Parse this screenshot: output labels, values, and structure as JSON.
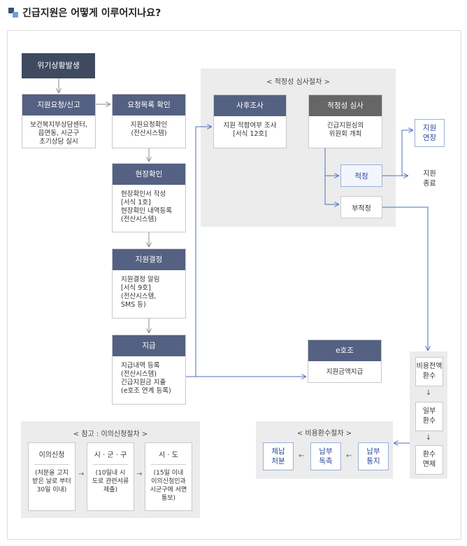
{
  "title": "긴급지원은 어떻게 이루어지나요?",
  "start": "위기상황발생",
  "steps": {
    "request": {
      "head": "지원요청/신고",
      "body": [
        "보건복지부상담센터,",
        "읍면동, 시군구",
        "초기상담 실시"
      ]
    },
    "confirm": {
      "head": "요청목록 확인",
      "body": [
        "지원요청확인",
        "(전산시스템)"
      ]
    },
    "site": {
      "head": "현장확인",
      "body": [
        "현장확인서 작성",
        "[서식 1호]",
        "현장확인 내역등록",
        "(전산시스템)"
      ]
    },
    "decision": {
      "head": "지원결정",
      "body": [
        "지원결정 알림",
        "[서식 9호]",
        "(전산시스템,",
        "SMS 등)"
      ]
    },
    "payment": {
      "head": "지급",
      "body": [
        "지급내역 등록",
        "(전산시스템)",
        "긴급지원금 지출",
        "(e호조 연계 등록)"
      ]
    }
  },
  "review": {
    "label": "< 적정성 심사절차 >",
    "post": {
      "head": "사후조사",
      "body": [
        "지원 적합여부 조사",
        "[서식 12호]"
      ]
    },
    "audit": {
      "head": "적정성 심사",
      "body": [
        "긴급지원심의",
        "위원회 개최"
      ]
    },
    "proper": "적정",
    "improper": "부적정"
  },
  "results": {
    "extend": [
      "지원",
      "연장"
    ],
    "end": [
      "지원",
      "종료"
    ]
  },
  "ehojo": {
    "head": "e호조",
    "body": "지원금액지급"
  },
  "refund_steps": [
    [
      "비용전액",
      "환수"
    ],
    [
      "일부",
      "환수"
    ],
    [
      "환수",
      "면제"
    ]
  ],
  "refund_proc": {
    "label": "< 비용환수절차 >",
    "boxes": [
      [
        "체납",
        "처분"
      ],
      [
        "납부",
        "독촉"
      ],
      [
        "납부",
        "통지"
      ]
    ]
  },
  "appeal": {
    "label": "< 참고 : 이의신청절차 >",
    "boxes": [
      {
        "head": "이의신청",
        "body": [
          "(처분을 고지",
          "받은 날로 부터",
          "30일 이내)"
        ]
      },
      {
        "head": "시 · 군 · 구",
        "body": [
          "(10일내 시",
          "도로 관련서류",
          "제출)"
        ]
      },
      {
        "head": "시 · 도",
        "body": [
          "(15일 이내",
          "이의신청인과",
          "시군구에 서면",
          "통보)"
        ]
      }
    ]
  },
  "colors": {
    "header_blue": "#546182",
    "header_gray": "#666666",
    "dark": "#3f4a60",
    "group_bg": "#ececec",
    "link_blue": "#2b4b9b",
    "line": "#4a72b8"
  }
}
